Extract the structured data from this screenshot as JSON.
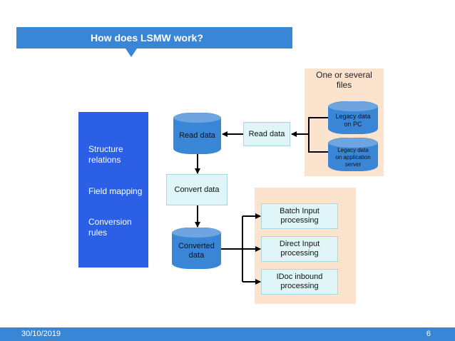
{
  "slide": {
    "title": "How does LSMW work?"
  },
  "left_panel": {
    "items": [
      "Structure\nrelations",
      "Field mapping",
      "Conversion\nrules"
    ]
  },
  "files_group": {
    "title": "One or several\nfiles",
    "items": [
      "Legacy data\non PC",
      "Legacy data\non application\nserver"
    ]
  },
  "flow": {
    "read_data_box": "Read data",
    "read_data_cylinder": "Read data",
    "convert_data": "Convert data",
    "converted_data": "Converted\ndata"
  },
  "processing_group": {
    "items": [
      "Batch Input\nprocessing",
      "Direct Input\nprocessing",
      "IDoc inbound\nprocessing"
    ]
  },
  "footer": {
    "date": "30/10/2019",
    "page": "6"
  },
  "colors": {
    "accent_blue": "#3a86d6",
    "panel_blue": "#2a5fe6",
    "peach": "#fbe3cd",
    "light_cyan": "#dff5f8"
  }
}
